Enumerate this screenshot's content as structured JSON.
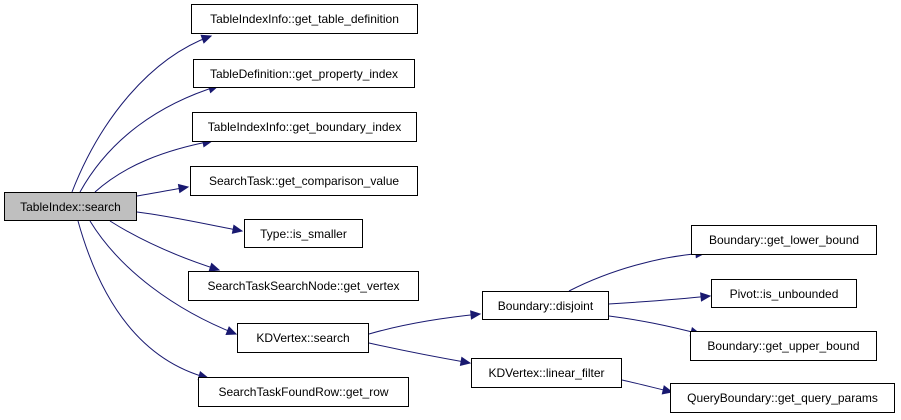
{
  "graph": {
    "root": "TableIndex::search",
    "nodes": [
      {
        "id": "n0",
        "label": "TableIndex::search",
        "root": true
      },
      {
        "id": "n1",
        "label": "TableIndexInfo::get_table_definition"
      },
      {
        "id": "n2",
        "label": "TableDefinition::get_property_index"
      },
      {
        "id": "n3",
        "label": "TableIndexInfo::get_boundary_index"
      },
      {
        "id": "n4",
        "label": "SearchTask::get_comparison_value"
      },
      {
        "id": "n5",
        "label": "Type::is_smaller"
      },
      {
        "id": "n6",
        "label": "SearchTaskSearchNode::get_vertex"
      },
      {
        "id": "n7",
        "label": "KDVertex::search"
      },
      {
        "id": "n8",
        "label": "SearchTaskFoundRow::get_row"
      },
      {
        "id": "n9",
        "label": "Boundary::disjoint"
      },
      {
        "id": "n10",
        "label": "KDVertex::linear_filter"
      },
      {
        "id": "n11",
        "label": "Boundary::get_lower_bound"
      },
      {
        "id": "n12",
        "label": "Pivot::is_unbounded"
      },
      {
        "id": "n13",
        "label": "Boundary::get_upper_bound"
      },
      {
        "id": "n14",
        "label": "QueryBoundary::get_query_params"
      }
    ],
    "edges": [
      [
        "n0",
        "n1"
      ],
      [
        "n0",
        "n2"
      ],
      [
        "n0",
        "n3"
      ],
      [
        "n0",
        "n4"
      ],
      [
        "n0",
        "n5"
      ],
      [
        "n0",
        "n6"
      ],
      [
        "n0",
        "n7"
      ],
      [
        "n0",
        "n8"
      ],
      [
        "n7",
        "n9"
      ],
      [
        "n7",
        "n10"
      ],
      [
        "n9",
        "n11"
      ],
      [
        "n9",
        "n12"
      ],
      [
        "n9",
        "n13"
      ],
      [
        "n10",
        "n14"
      ]
    ],
    "colors": {
      "edge": "#191970",
      "root_fill": "#bfbfbf",
      "node_fill": "#ffffff",
      "border": "#000000"
    }
  }
}
